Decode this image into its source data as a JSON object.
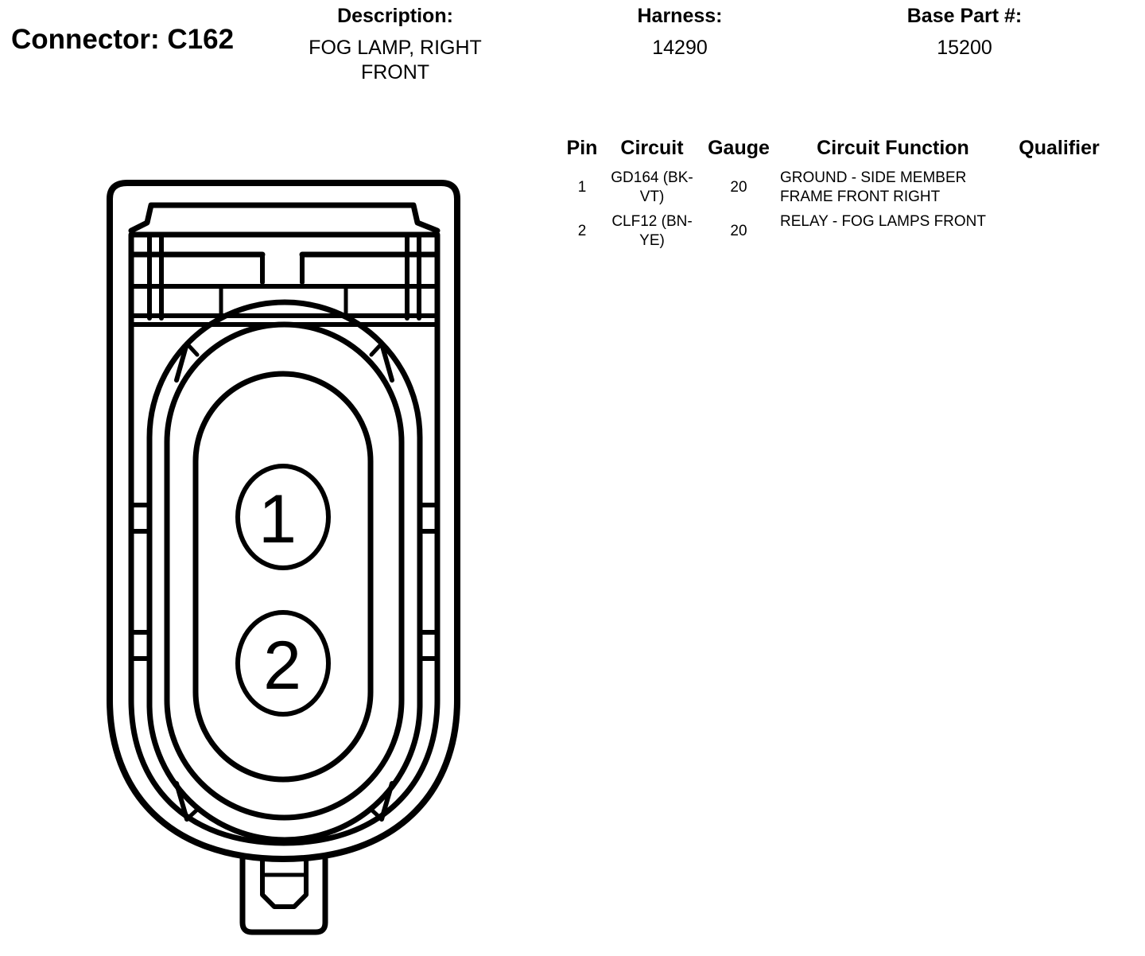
{
  "connector": {
    "label": "Connector: C162"
  },
  "header": {
    "description": {
      "label": "Description:",
      "value": "FOG LAMP, RIGHT FRONT"
    },
    "harness": {
      "label": "Harness:",
      "value": "14290"
    },
    "base_part": {
      "label": "Base Part #:",
      "value": "15200"
    }
  },
  "table": {
    "columns": [
      "Pin",
      "Circuit",
      "Gauge",
      "Circuit Function",
      "Qualifier"
    ],
    "rows": [
      {
        "pin": "1",
        "circuit": "GD164 (BK-VT)",
        "gauge": "20",
        "function": "GROUND - SIDE MEMBER FRAME FRONT RIGHT",
        "qualifier": ""
      },
      {
        "pin": "2",
        "circuit": "CLF12 (BN-YE)",
        "gauge": "20",
        "function": "RELAY - FOG LAMPS FRONT",
        "qualifier": ""
      }
    ]
  },
  "diagram": {
    "pin_labels": [
      "1",
      "2"
    ],
    "stroke_color": "#000000",
    "fill_color": "#ffffff"
  }
}
